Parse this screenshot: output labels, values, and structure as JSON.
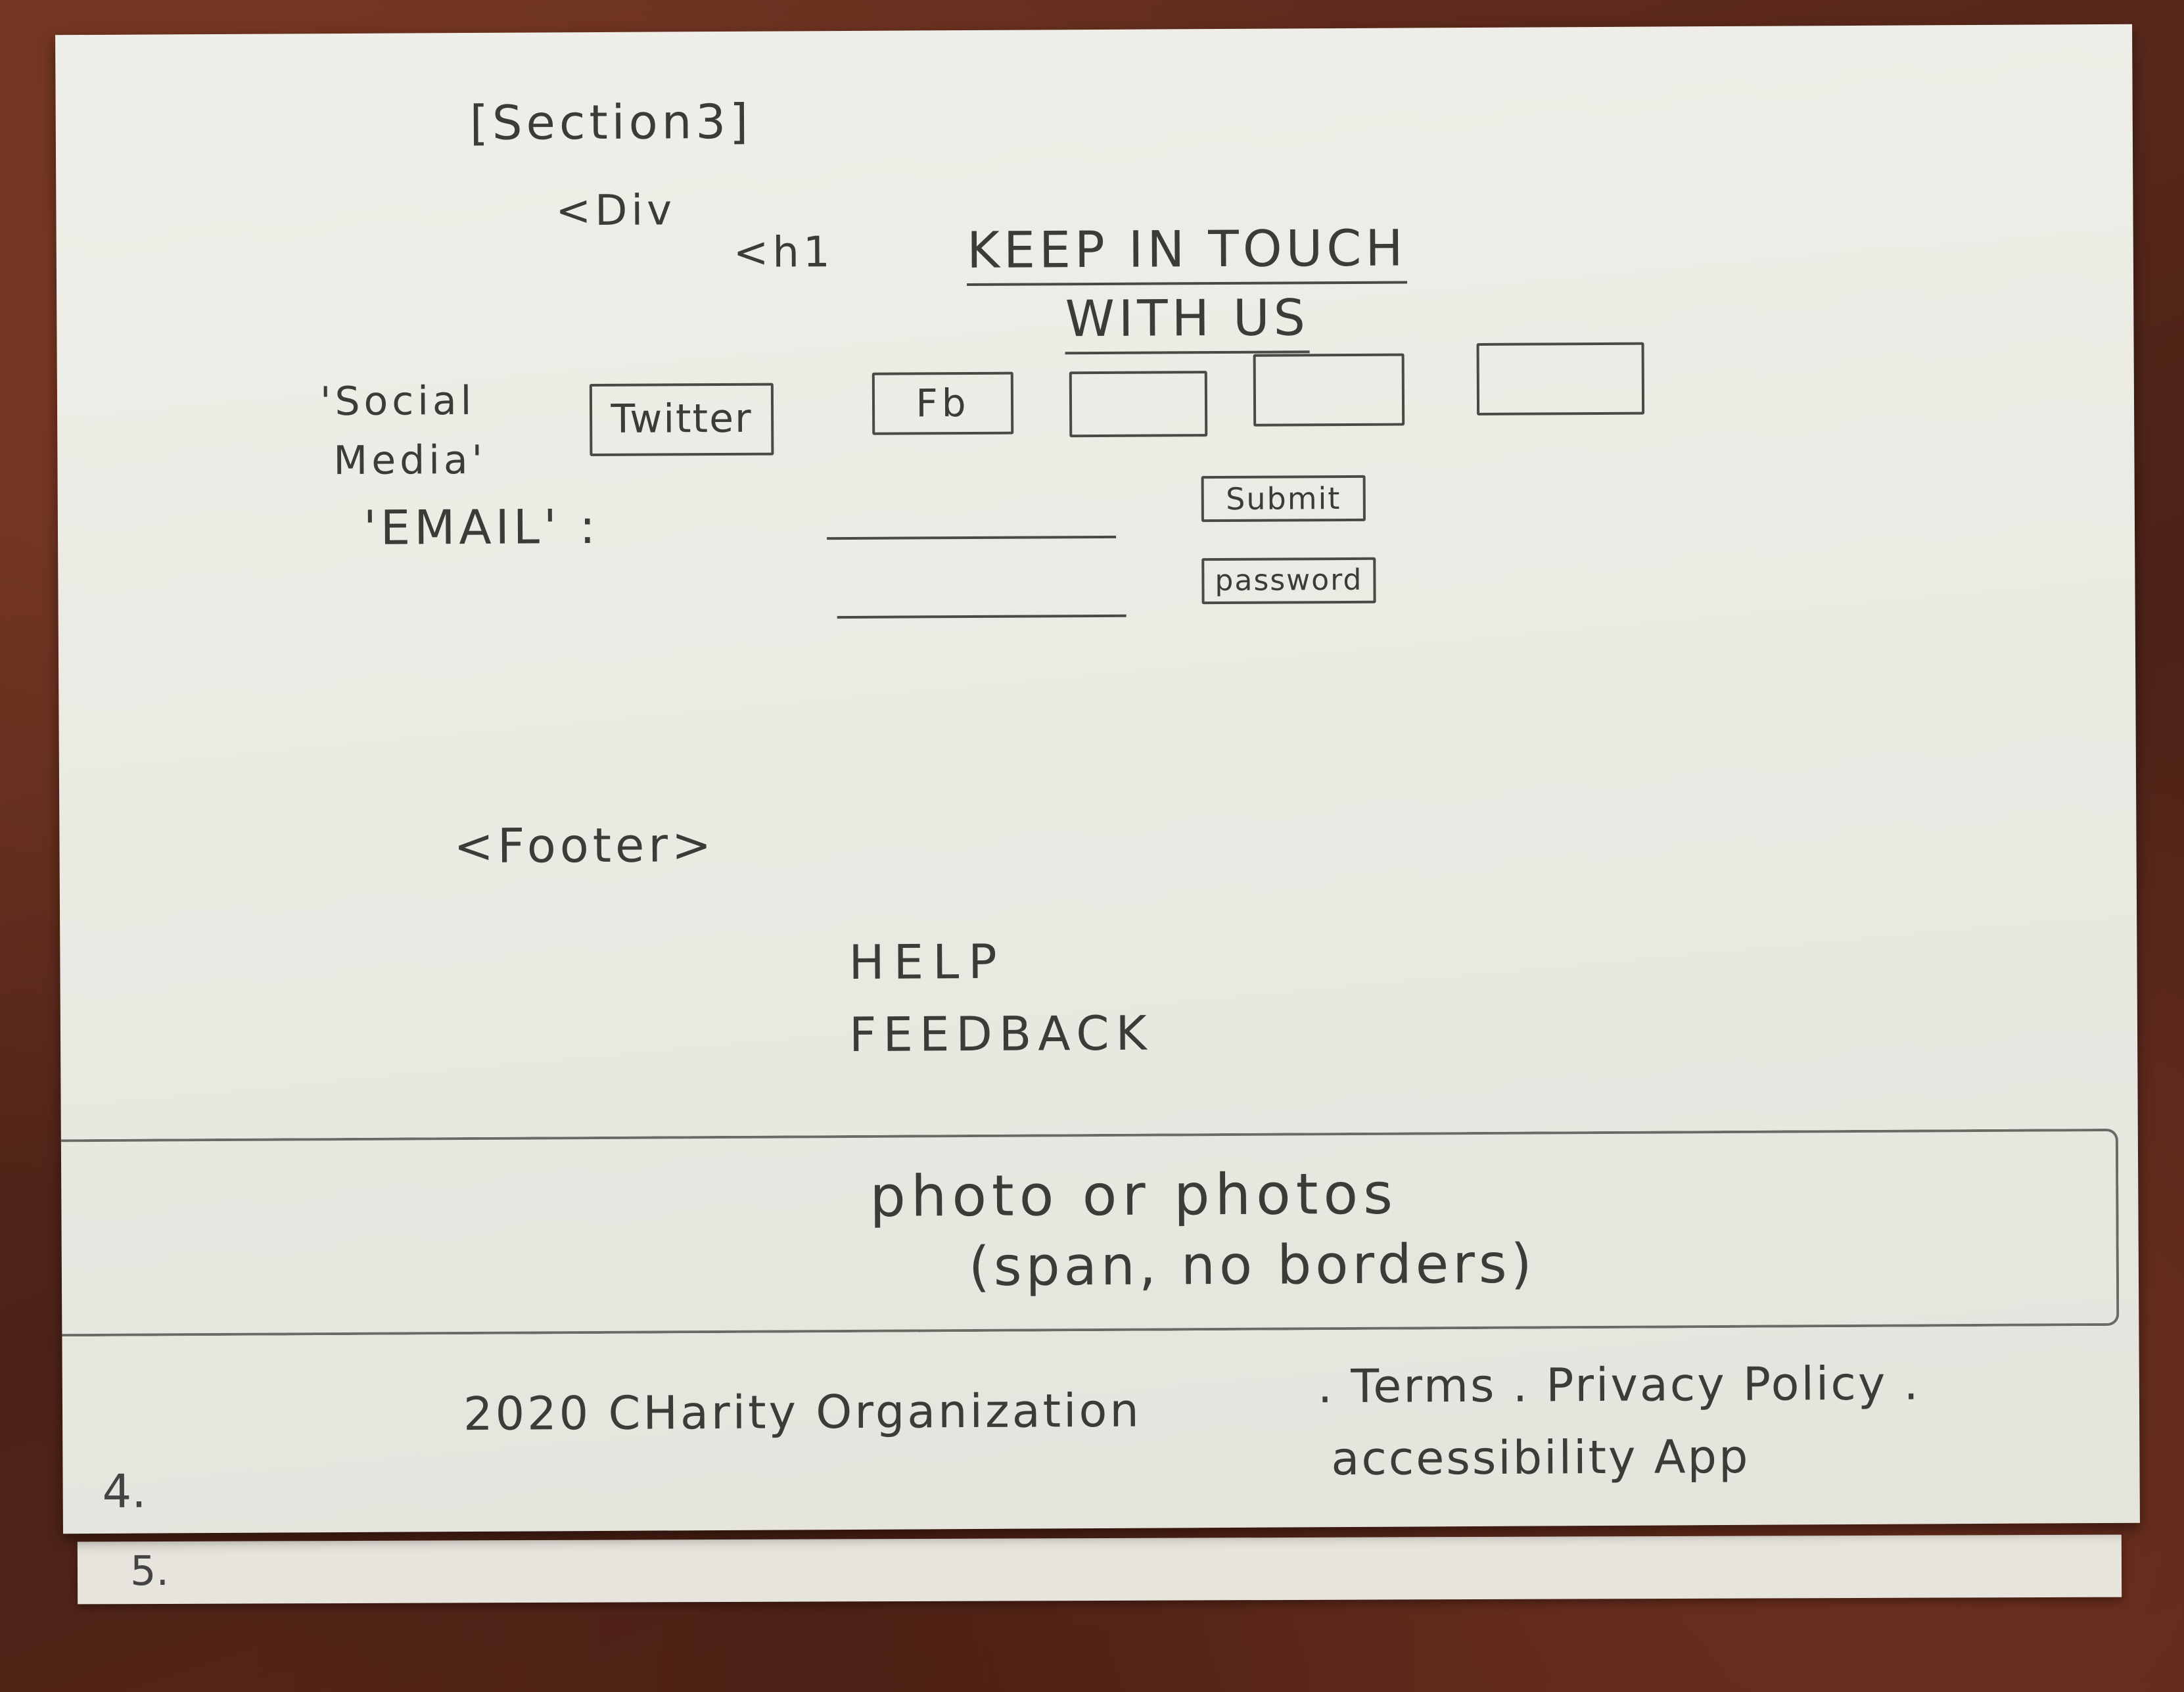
{
  "section_label": "[Section3]",
  "div_tag": "<Div",
  "h1_tag": "<h1",
  "heading": {
    "line1": "KEEP IN TOUCH",
    "line2": "WITH US"
  },
  "social": {
    "label_line1": "'Social",
    "label_line2": "Media'",
    "buttons": [
      "Twitter",
      "Fb",
      "",
      "",
      ""
    ]
  },
  "email": {
    "label": "'EMAIL' :",
    "submit_label": "Submit",
    "password_label": "password"
  },
  "footer": {
    "tag": "<Footer>",
    "links": [
      "HELP",
      "FEEDBACK"
    ],
    "photo_note_line1": "photo or photos",
    "photo_note_line2": "(span, no borders)",
    "copyright": "2020 CHarity Organization",
    "legal_line1": ". Terms . Privacy Policy .",
    "legal_line2": "accessibility App"
  },
  "page_numbers": {
    "current": "4.",
    "next": "5."
  }
}
